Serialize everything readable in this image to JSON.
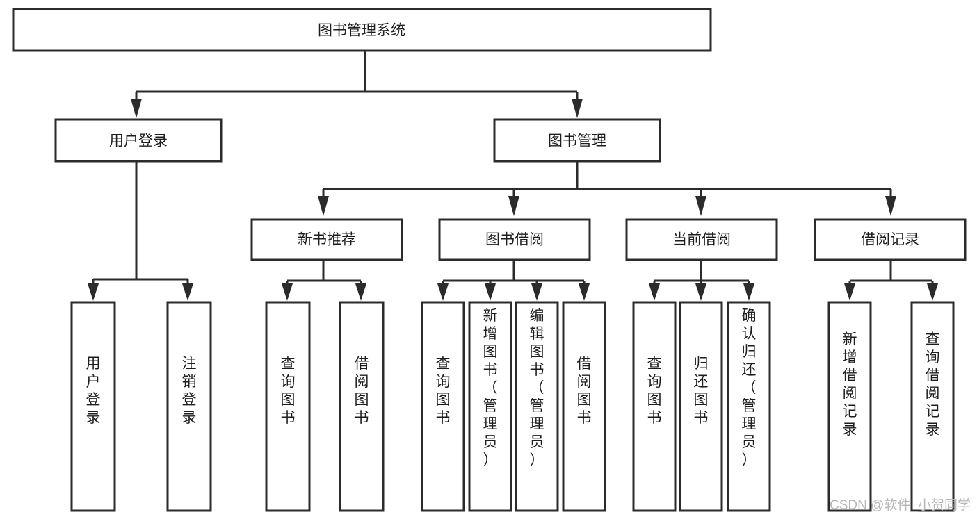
{
  "diagram": {
    "title": "图书管理系统",
    "root": {
      "id": "root",
      "label": "图书管理系统"
    },
    "level2": [
      {
        "id": "user-login",
        "label": "用户登录"
      },
      {
        "id": "book-manage",
        "label": "图书管理"
      }
    ],
    "level3": [
      {
        "id": "new-book-recommend",
        "label": "新书推荐"
      },
      {
        "id": "book-borrow",
        "label": "图书借阅"
      },
      {
        "id": "current-borrow",
        "label": "当前借阅"
      },
      {
        "id": "borrow-record",
        "label": "借阅记录"
      }
    ],
    "leaves": [
      {
        "id": "leaf-user-login",
        "label": "用户登录",
        "parent": "user-login"
      },
      {
        "id": "leaf-logout",
        "label": "注销登录",
        "parent": "user-login"
      },
      {
        "id": "leaf-query-book-1",
        "label": "查询图书",
        "parent": "new-book-recommend"
      },
      {
        "id": "leaf-borrow-book-1",
        "label": "借阅图书",
        "parent": "new-book-recommend"
      },
      {
        "id": "leaf-query-book-2",
        "label": "查询图书",
        "parent": "book-borrow"
      },
      {
        "id": "leaf-add-book",
        "label": "新增图书（管理员）",
        "parent": "book-borrow"
      },
      {
        "id": "leaf-edit-book",
        "label": "编辑图书（管理员）",
        "parent": "book-borrow"
      },
      {
        "id": "leaf-borrow-book-2",
        "label": "借阅图书",
        "parent": "book-borrow"
      },
      {
        "id": "leaf-query-book-3",
        "label": "查询图书",
        "parent": "current-borrow"
      },
      {
        "id": "leaf-return-book",
        "label": "归还图书",
        "parent": "current-borrow"
      },
      {
        "id": "leaf-confirm-return",
        "label": "确认归还（管理员）",
        "parent": "current-borrow"
      },
      {
        "id": "leaf-add-record",
        "label": "新增借阅记录",
        "parent": "borrow-record"
      },
      {
        "id": "leaf-query-record",
        "label": "查询借阅记录",
        "parent": "borrow-record"
      }
    ],
    "watermark": "CSDN @软件_小贺同学",
    "colors": {
      "stroke": "#2b2b2b",
      "text": "#1d1d1d",
      "background": "#ffffff",
      "watermark": "#b7b7b7"
    }
  }
}
